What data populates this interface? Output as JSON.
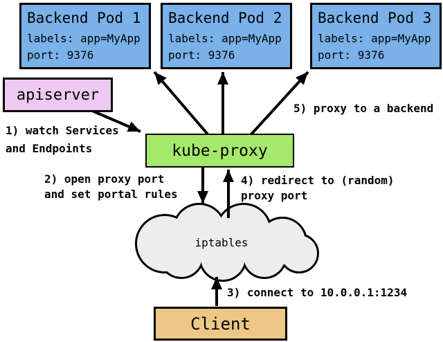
{
  "colors": {
    "pod_fill": "#79b1e8",
    "apiserver_fill": "#eecaf2",
    "kube_proxy_fill": "#a6e86c",
    "client_fill": "#edc785",
    "cloud_fill": "#ededed",
    "line": "#000000"
  },
  "pods": [
    {
      "title": "Backend Pod 1",
      "labels": "labels: app=MyApp",
      "port": "port: 9376"
    },
    {
      "title": "Backend Pod 2",
      "labels": "labels: app=MyApp",
      "port": "port: 9376"
    },
    {
      "title": "Backend Pod 3",
      "labels": "labels: app=MyApp",
      "port": "port: 9376"
    }
  ],
  "apiserver": {
    "label": "apiserver"
  },
  "kube_proxy": {
    "label": "kube-proxy"
  },
  "cloud": {
    "label": "iptables"
  },
  "client": {
    "label": "Client"
  },
  "annotations": {
    "step1": "1) watch Services\nand Endpoints",
    "step2": "2) open proxy port\nand set portal rules",
    "step3": "3) connect to 10.0.0.1:1234",
    "step4": "4) redirect to (random)\nproxy port",
    "step5": "5) proxy to a backend"
  }
}
